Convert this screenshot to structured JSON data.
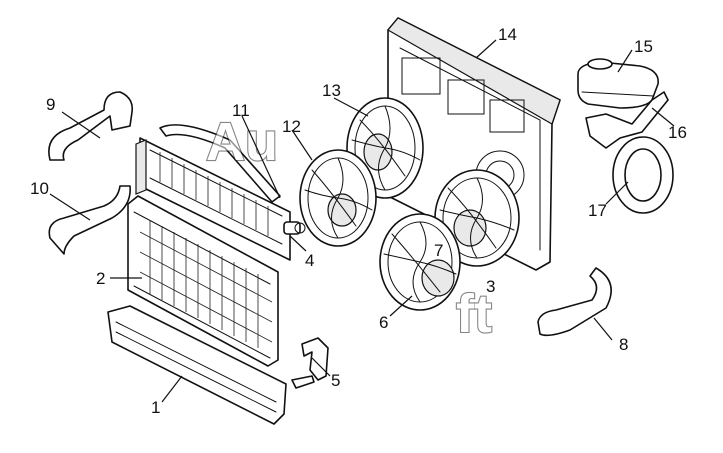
{
  "watermark": {
    "line1": "Au",
    "line2": "ft"
  },
  "callouts": [
    "1",
    "2",
    "3",
    "4",
    "5",
    "6",
    "7",
    "8",
    "9",
    "10",
    "11",
    "12",
    "13",
    "14",
    "15",
    "16",
    "17"
  ]
}
